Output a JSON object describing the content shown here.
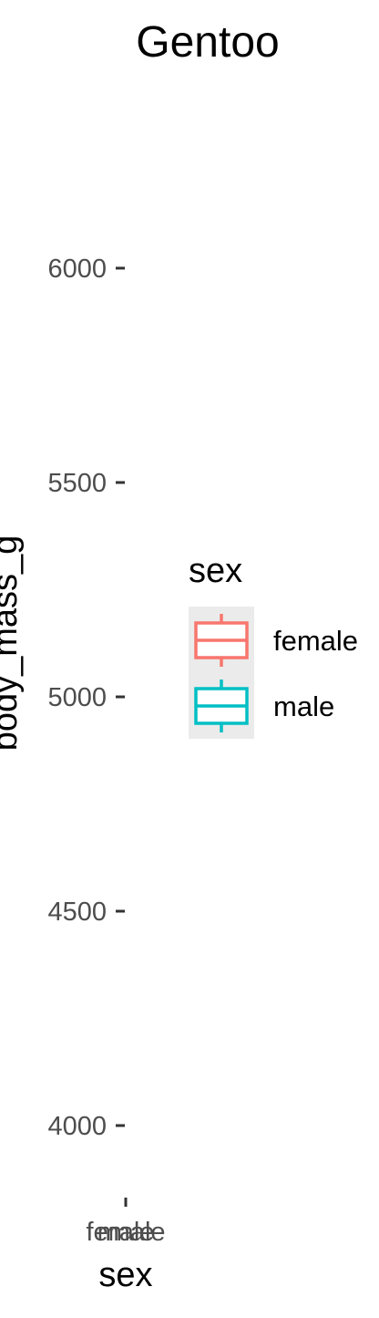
{
  "chart_data": {
    "type": "box",
    "title": "Gentoo",
    "xlabel": "sex",
    "ylabel": "body_mass_g",
    "categories": [
      "female",
      "male"
    ],
    "y_ticks": [
      4000,
      4500,
      5000,
      5500,
      6000
    ],
    "grid": false,
    "legend": {
      "title": "sex",
      "position": "right",
      "entries": [
        {
          "label": "female",
          "color": "#F8766D"
        },
        {
          "label": "male",
          "color": "#00BFC4"
        }
      ]
    }
  }
}
